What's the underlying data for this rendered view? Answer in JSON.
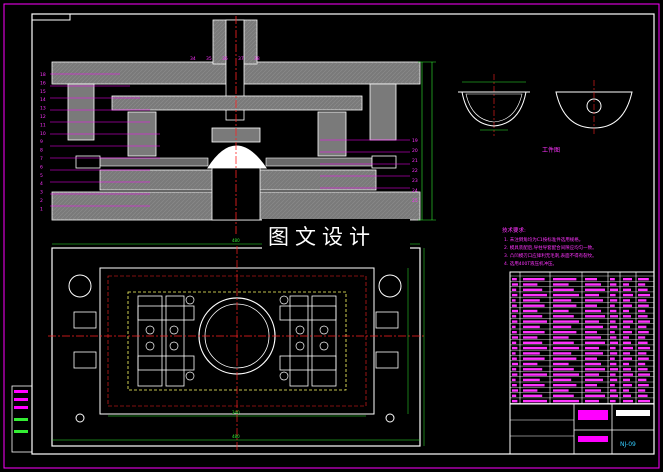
{
  "drawing": {
    "watermark": "图文设计",
    "workpiece_caption": "工件图",
    "tech_req_title": "技术要求:",
    "tech_req_items": [
      "1. 未注倒角均为C1按标准件选用规格。",
      "2. 模具装配后,导柱导套配合间隙应均匀一致。",
      "3. 凸凹模刃口应锋利无毛刺,表面不得有裂纹。",
      "4. 选用400T液压机冲压。"
    ],
    "drawing_code": "NJ-09",
    "part_numbers_left": [
      "18",
      "16",
      "15",
      "14",
      "13",
      "12",
      "11",
      "10",
      "9",
      "8",
      "7",
      "6",
      "5",
      "4",
      "3",
      "2",
      "1"
    ],
    "part_numbers_top": [
      "34",
      "35",
      "36",
      "37",
      "38"
    ],
    "part_numbers_right": [
      "19",
      "20",
      "21",
      "22",
      "23",
      "24",
      "25"
    ],
    "dimensions": {
      "plan_width_top": "480",
      "plan_width_inner": "340",
      "plan_width_bottom": "480"
    },
    "colors": {
      "background": "#000000",
      "line": "#ffffff",
      "part_fill": "#7a7a7a",
      "accent": "#ff00ff",
      "label": "#ff33ff",
      "center_line": "#ff2222",
      "dim_line": "#33ee33",
      "hidden": "#ffff66",
      "cyan": "#33ccff"
    }
  }
}
